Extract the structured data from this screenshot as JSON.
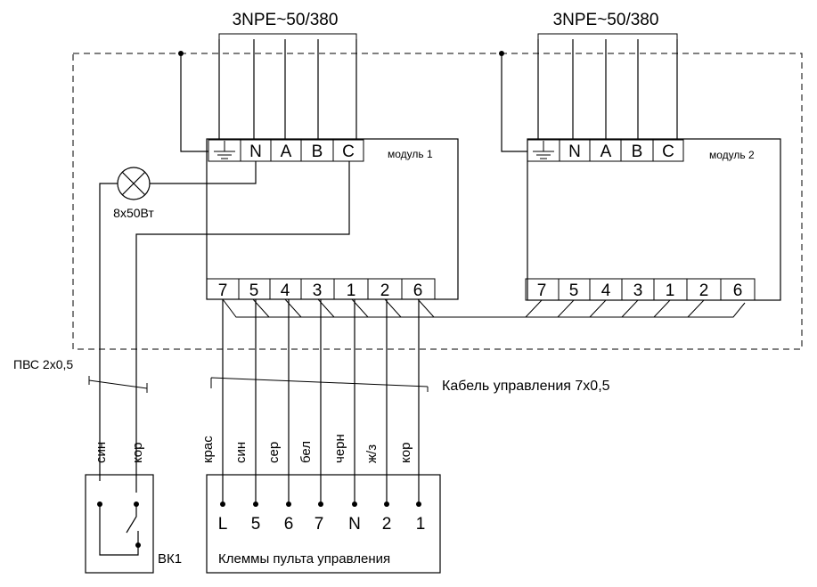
{
  "supply_label_1": "3NPE~50/380",
  "supply_label_2": "3NPE~50/380",
  "module1": {
    "name": "модуль 1",
    "power_terminals": [
      "N",
      "A",
      "B",
      "C"
    ],
    "control_terminals": [
      "7",
      "5",
      "4",
      "3",
      "1",
      "2",
      "6"
    ]
  },
  "module2": {
    "name": "модуль 2",
    "power_terminals": [
      "N",
      "A",
      "B",
      "C"
    ],
    "control_terminals": [
      "7",
      "5",
      "4",
      "3",
      "1",
      "2",
      "6"
    ]
  },
  "lamp_label": "8x50Вт",
  "pvs_cable_label": "ПВС 2x0,5",
  "control_cable_label": "Кабель управления 7x0,5",
  "switch": {
    "label": "ВК1",
    "wire_colors": [
      "син",
      "кор"
    ]
  },
  "panel": {
    "label": "Клеммы пульта управления",
    "wire_colors": [
      "крас",
      "син",
      "сер",
      "бел",
      "черн",
      "ж/з",
      "кор"
    ],
    "terminals": [
      "L",
      "5",
      "6",
      "7",
      "N",
      "2",
      "1"
    ]
  }
}
